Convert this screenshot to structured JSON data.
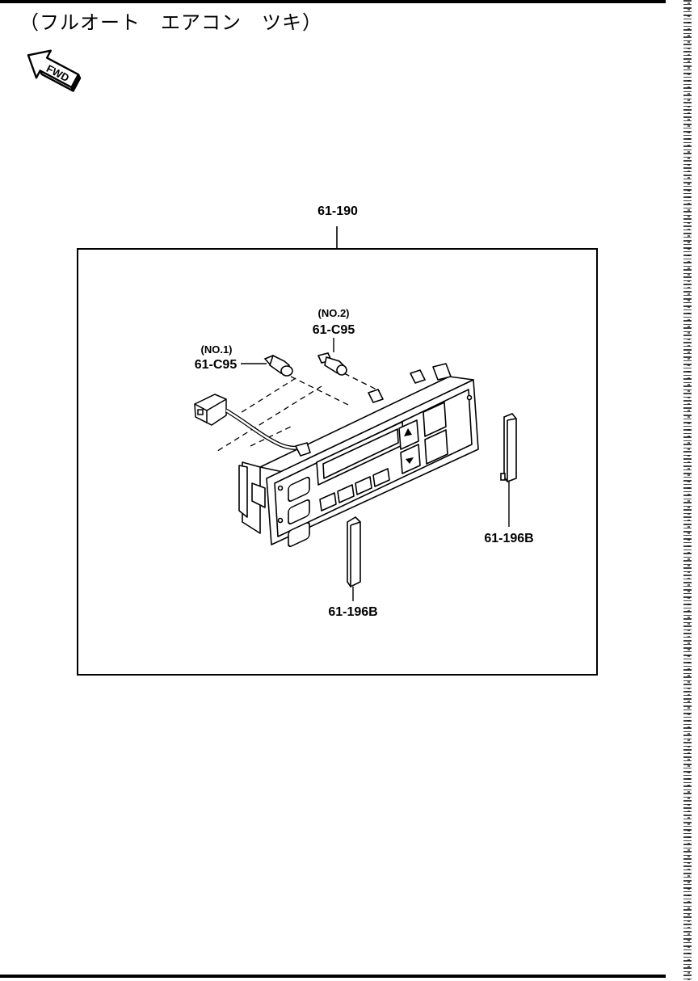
{
  "page": {
    "title": "（フルオート　エアコン　ツキ）",
    "fwd_label": "FWD"
  },
  "callouts": {
    "assembly": "61-190",
    "bulb_no2_qualifier": "(NO.2)",
    "bulb_no2_part": "61-C95",
    "bulb_no1_qualifier": "(NO.1)",
    "bulb_no1_part": "61-C95",
    "knob_right_part": "61-196B",
    "knob_bottom_part": "61-196B"
  },
  "colors": {
    "line": "#000000",
    "background": "#ffffff"
  }
}
